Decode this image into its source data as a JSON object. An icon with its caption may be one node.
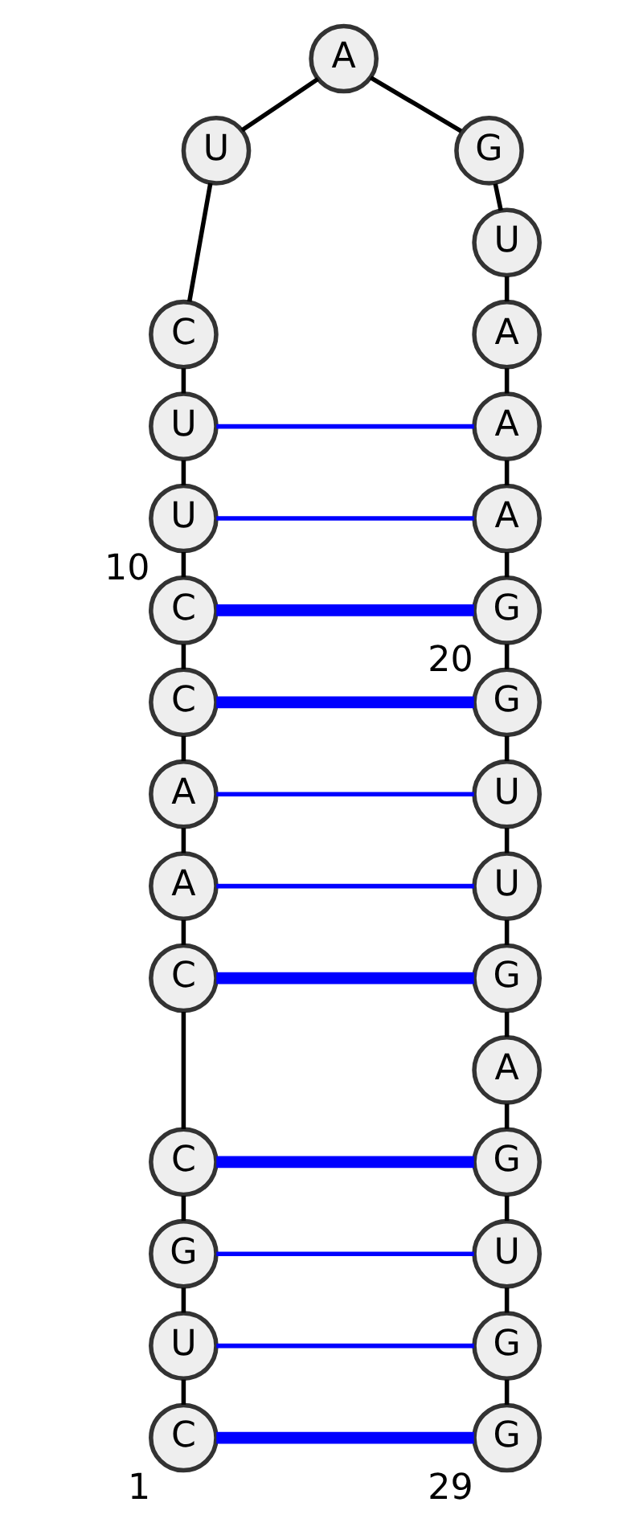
{
  "diagram": {
    "nodes": [
      {
        "text": [
          "C"
        ],
        "beside": [
          "1"
        ]
      },
      {
        "text": [
          "U"
        ]
      },
      {
        "text": [
          "G"
        ]
      },
      {
        "text": [
          "C"
        ]
      },
      {
        "text": [
          "C"
        ]
      },
      {
        "text": [
          "A"
        ]
      },
      {
        "text": [
          "A"
        ]
      },
      {
        "text": [
          "C"
        ]
      },
      {
        "text": [
          "C"
        ]
      },
      {
        "text": [
          "U"
        ],
        "beside": [
          "10"
        ]
      },
      {
        "text": [
          "U"
        ]
      },
      {
        "text": [
          "C"
        ]
      },
      {
        "text": [
          "U"
        ]
      },
      {
        "text": [
          "A"
        ]
      },
      {
        "text": [
          "G"
        ]
      },
      {
        "text": [
          "U"
        ]
      },
      {
        "text": [
          "A"
        ]
      },
      {
        "text": [
          "A"
        ]
      },
      {
        "text": [
          "A"
        ]
      },
      {
        "text": [
          "G"
        ],
        "beside": [
          "20"
        ]
      },
      {
        "text": [
          "G"
        ]
      },
      {
        "text": [
          "U"
        ]
      },
      {
        "text": [
          "U"
        ]
      },
      {
        "text": [
          "G"
        ]
      },
      {
        "text": [
          "A"
        ]
      },
      {
        "text": [
          "G"
        ]
      },
      {
        "text": [
          "U"
        ]
      },
      {
        "text": [
          "G"
        ]
      },
      {
        "text": [
          "G"
        ],
        "beside": [
          "29"
        ]
      }
    ],
    "edges": [
      {
        "from": 0,
        "to": 1,
        "arrow": "none"
      },
      {
        "from": 1,
        "to": 2,
        "arrow": "none"
      },
      {
        "from": 2,
        "to": 3,
        "arrow": "none"
      },
      {
        "from": 3,
        "to": 4,
        "arrow": "none"
      },
      {
        "from": 4,
        "to": 5,
        "arrow": "none"
      },
      {
        "from": 5,
        "to": 6,
        "arrow": "none"
      },
      {
        "from": 6,
        "to": 7,
        "arrow": "none"
      },
      {
        "from": 7,
        "to": 8,
        "arrow": "none"
      },
      {
        "from": 8,
        "to": 9,
        "arrow": "none"
      },
      {
        "from": 9,
        "to": 10,
        "arrow": "none"
      },
      {
        "from": 10,
        "to": 11,
        "arrow": "none"
      },
      {
        "from": 11,
        "to": 12,
        "arrow": "none"
      },
      {
        "from": 12,
        "to": 13,
        "arrow": "none"
      },
      {
        "from": 13,
        "to": 14,
        "arrow": "none"
      },
      {
        "from": 14,
        "to": 15,
        "arrow": "none"
      },
      {
        "from": 15,
        "to": 16,
        "arrow": "none"
      },
      {
        "from": 16,
        "to": 17,
        "arrow": "none"
      },
      {
        "from": 17,
        "to": 18,
        "arrow": "none"
      },
      {
        "from": 18,
        "to": 19,
        "arrow": "none"
      },
      {
        "from": 19,
        "to": 20,
        "arrow": "none"
      },
      {
        "from": 20,
        "to": 21,
        "arrow": "none"
      },
      {
        "from": 21,
        "to": 22,
        "arrow": "none"
      },
      {
        "from": 22,
        "to": 23,
        "arrow": "none"
      },
      {
        "from": 23,
        "to": 24,
        "arrow": "none"
      },
      {
        "from": 24,
        "to": 25,
        "arrow": "none"
      },
      {
        "from": 25,
        "to": 26,
        "arrow": "none"
      },
      {
        "from": 26,
        "to": 27,
        "arrow": "none"
      },
      {
        "from": 27,
        "to": 28,
        "arrow": "none"
      },
      {
        "from": 0,
        "to": 28,
        "arrow": "none",
        "style": "thick",
        "color": "#0000ff"
      },
      {
        "from": 1,
        "to": 27,
        "arrow": "none",
        "color": "#0000ff"
      },
      {
        "from": 2,
        "to": 26,
        "arrow": "none",
        "color": "#0000ff"
      },
      {
        "from": 3,
        "to": 25,
        "arrow": "none",
        "style": "thick",
        "color": "#0000ff"
      },
      {
        "from": 4,
        "to": 23,
        "arrow": "none",
        "style": "thick",
        "color": "#0000ff"
      },
      {
        "from": 5,
        "to": 22,
        "arrow": "none",
        "color": "#0000ff"
      },
      {
        "from": 6,
        "to": 21,
        "arrow": "none",
        "color": "#0000ff"
      },
      {
        "from": 7,
        "to": 20,
        "arrow": "none",
        "style": "thick",
        "color": "#0000ff"
      },
      {
        "from": 8,
        "to": 19,
        "arrow": "none",
        "style": "thick",
        "color": "#0000ff"
      },
      {
        "from": 9,
        "to": 18,
        "arrow": "none",
        "color": "#0000ff"
      },
      {
        "from": 10,
        "to": 17,
        "arrow": "none",
        "color": "#0000ff"
      }
    ]
  }
}
